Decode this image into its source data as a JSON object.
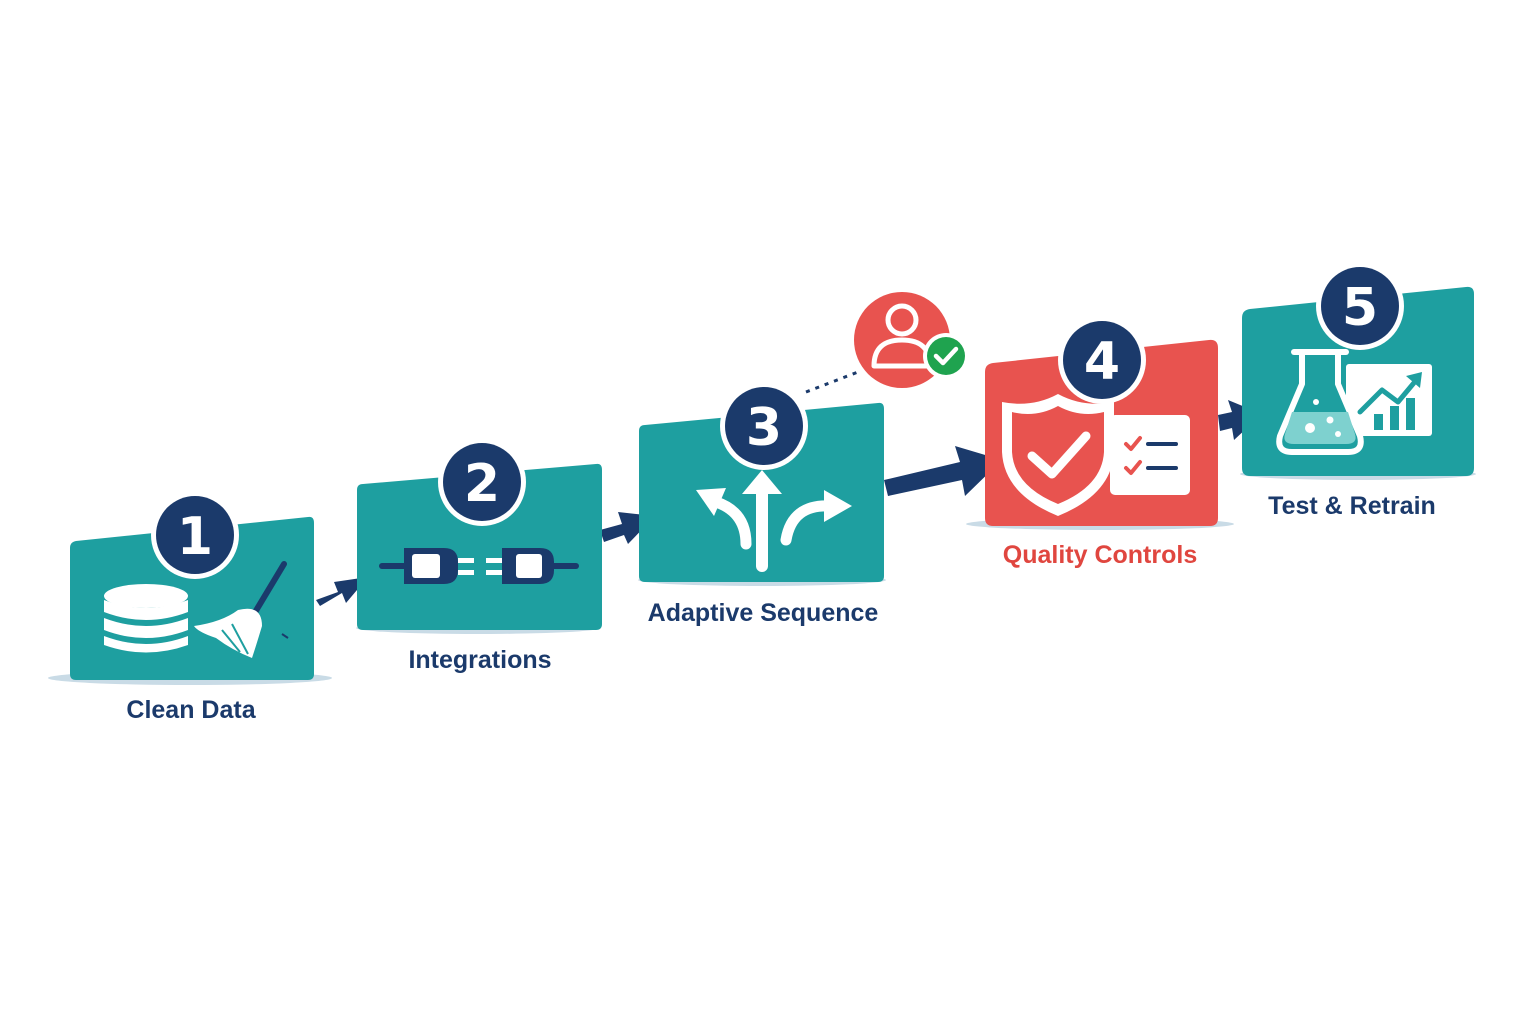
{
  "steps": [
    {
      "number": "1",
      "label": "Clean Data",
      "icon": "database-broom-icon"
    },
    {
      "number": "2",
      "label": "Integrations",
      "icon": "plug-connector-icon"
    },
    {
      "number": "3",
      "label": "Adaptive Sequence",
      "icon": "branching-arrows-icon"
    },
    {
      "number": "4",
      "label": "Quality Controls",
      "icon": "shield-checklist-icon"
    },
    {
      "number": "5",
      "label": "Test & Retrain",
      "icon": "flask-chart-icon"
    }
  ],
  "callout_icon": "user-approved-icon",
  "colors": {
    "teal": "#1e9fa0",
    "teal_dark": "#138385",
    "navy": "#1b3a6b",
    "red": "#e8534f",
    "red_text": "#e0463f",
    "green": "#1fa34f",
    "shadow": "#c9dbe6"
  }
}
